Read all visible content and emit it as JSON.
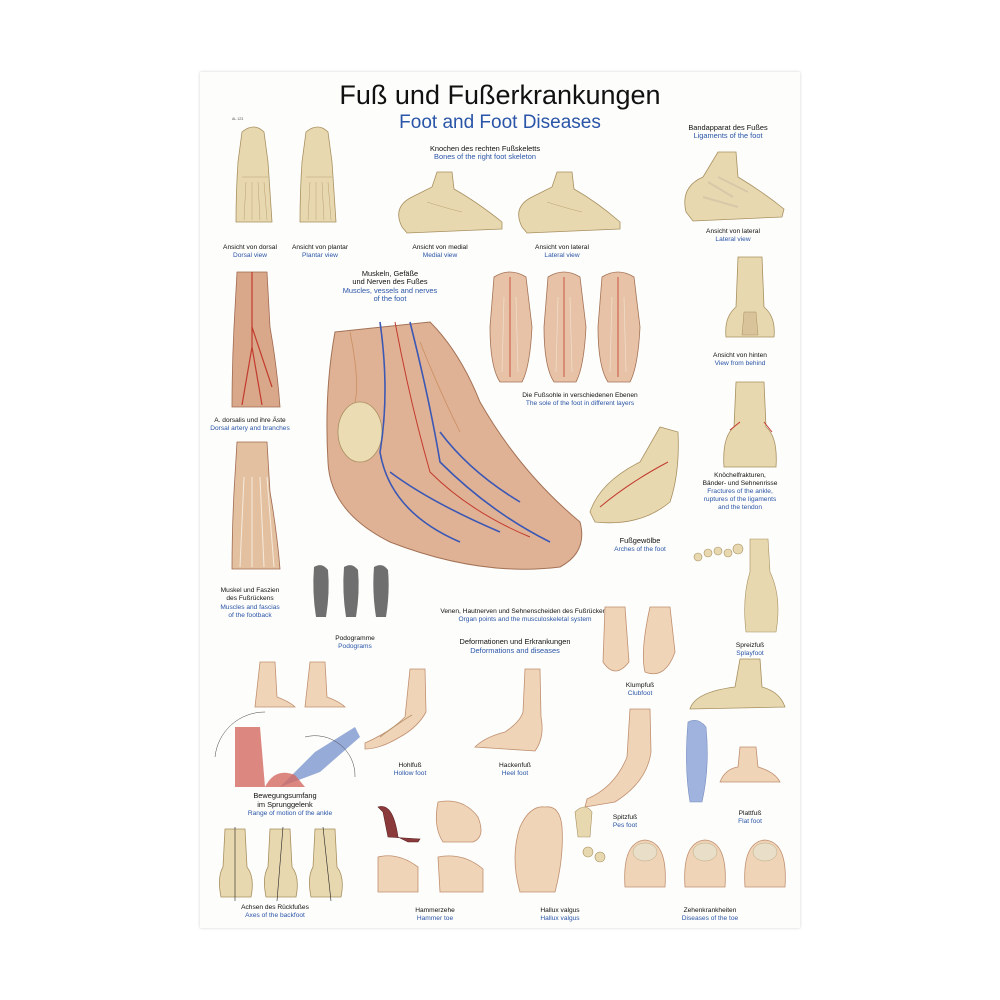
{
  "title": {
    "de": "Fuß und Fußerkrankungen",
    "en": "Foot and Foot Diseases"
  },
  "code": "AL 123",
  "sections": {
    "skeleton": {
      "de": "Knochen des rechten Fußskeletts",
      "en": "Bones of the right foot skeleton"
    },
    "ligaments": {
      "de": "Bandapparat des Fußes",
      "en": "Ligaments of the foot"
    },
    "muscles": {
      "de1": "Muskeln, Gefäße",
      "de2": "und Nerven des Fußes",
      "en1": "Muscles, vessels and nerves",
      "en2": "of the foot"
    },
    "deformations": {
      "de": "Deformationen und Erkrankungen",
      "en": "Deformations and diseases"
    }
  },
  "captions": {
    "dorsal": {
      "de": "Ansicht von dorsal",
      "en": "Dorsal view"
    },
    "plantar": {
      "de": "Ansicht von plantar",
      "en": "Plantar view"
    },
    "medial": {
      "de": "Ansicht von medial",
      "en": "Medial view"
    },
    "lateral": {
      "de": "Ansicht von lateral",
      "en": "Lateral view"
    },
    "lig_lateral": {
      "de": "Ansicht von lateral",
      "en": "Lateral view"
    },
    "behind": {
      "de": "Ansicht von hinten",
      "en": "View from behind"
    },
    "artery": {
      "de": "A. dorsalis und ihre Äste",
      "en": "Dorsal artery and branches"
    },
    "sole": {
      "de": "Die Fußsohle in verschiedenen Ebenen",
      "en": "The sole of the foot in different layers"
    },
    "fracture": {
      "de1": "Knöchelfrakturen,",
      "de2": "Bänder- und Sehnenrisse",
      "en1": "Fractures of the ankle,",
      "en2": "ruptures of the ligaments",
      "en3": "and the tendon"
    },
    "arches": {
      "de": "Fußgewölbe",
      "en": "Arches of the foot"
    },
    "fascia": {
      "de1": "Muskel und Faszien",
      "de2": "des Fußrückens",
      "en1": "Muscles and fascias",
      "en2": "of the footback"
    },
    "veins": {
      "de": "Venen, Hautnerven und Sehnenscheiden des Fußrückens",
      "en": "Organ points and the musculoskeletal system"
    },
    "podogram": {
      "de": "Podogramme",
      "en": "Podograms"
    },
    "clubfoot": {
      "de": "Klumpfuß",
      "en": "Clubfoot"
    },
    "splayfoot": {
      "de": "Spreizfuß",
      "en": "Splayfoot"
    },
    "rom": {
      "de1": "Bewegungsumfang",
      "de2": "im Sprunggelenk",
      "en": "Range of motion of the ankle"
    },
    "hollow": {
      "de": "Hohlfuß",
      "en": "Hollow foot"
    },
    "heel": {
      "de": "Hackenfuß",
      "en": "Heel foot"
    },
    "pes": {
      "de": "Spitzfuß",
      "en": "Pes foot"
    },
    "flat": {
      "de": "Plattfuß",
      "en": "Flat foot"
    },
    "backfoot": {
      "de": "Achsen des Rückfußes",
      "en": "Axes of the backfoot"
    },
    "hammer": {
      "de": "Hammerzehe",
      "en": "Hammer toe"
    },
    "hallux": {
      "de": "Hallux valgus",
      "en": "Hallux valgus"
    },
    "toe": {
      "de": "Zehenkrankheiten",
      "en": "Diseases of the toe"
    }
  },
  "colors": {
    "bone": "#e8d8b0",
    "muscle": "#c9826b",
    "vein": "#3b58b5",
    "artery": "#c23a2d",
    "skin": "#f0d4b8",
    "blue_text": "#2a55a8"
  }
}
